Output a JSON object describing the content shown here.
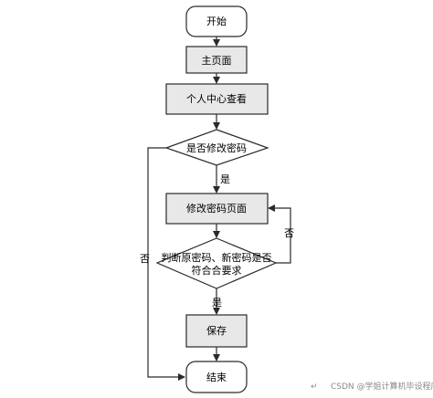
{
  "diagram": {
    "nodes": {
      "start": "开始",
      "home": "主页面",
      "profile": "个人中心查看",
      "q_change": "是否修改密码",
      "change_page": "修改密码页面",
      "q_valid_line1": "判断原密码、新密码是否",
      "q_valid_line2": "符合合要求",
      "save": "保存",
      "end": "结束"
    },
    "edges": {
      "yes_1": "是",
      "no_1": "否",
      "no_2": "否",
      "yes_2": "是"
    }
  },
  "watermark": "CSDN @学姐计算机毕设程序"
}
